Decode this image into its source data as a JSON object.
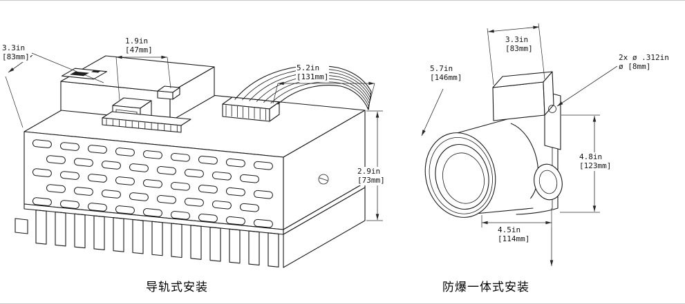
{
  "page": {
    "background": "#ffffff",
    "line_color": "#161616",
    "dimension_color": "#262626",
    "border_color": "#c9c9c9"
  },
  "left_drawing": {
    "caption": "导轨式安装",
    "dims": {
      "depth": {
        "inches": "3.3in",
        "metric": "[83mm]"
      },
      "offset": {
        "inches": "1.9in",
        "metric": "[47mm]"
      },
      "length": {
        "inches": "5.2in",
        "metric": "[131mm]"
      },
      "height": {
        "inches": "2.9in",
        "metric": "[73mm]"
      }
    }
  },
  "right_drawing": {
    "caption": "防爆一体式安装",
    "dims": {
      "lens_diameter": {
        "inches": "5.7in",
        "metric": "[146mm]"
      },
      "bracket_width": {
        "inches": "3.3in",
        "metric": "[83mm]"
      },
      "mount_holes": {
        "line1": "2x ø .312in",
        "line2": "ø [8mm]"
      },
      "height": {
        "inches": "4.8in",
        "metric": "[123mm]"
      },
      "length": {
        "inches": "4.5in",
        "metric": "[114mm]"
      }
    }
  }
}
